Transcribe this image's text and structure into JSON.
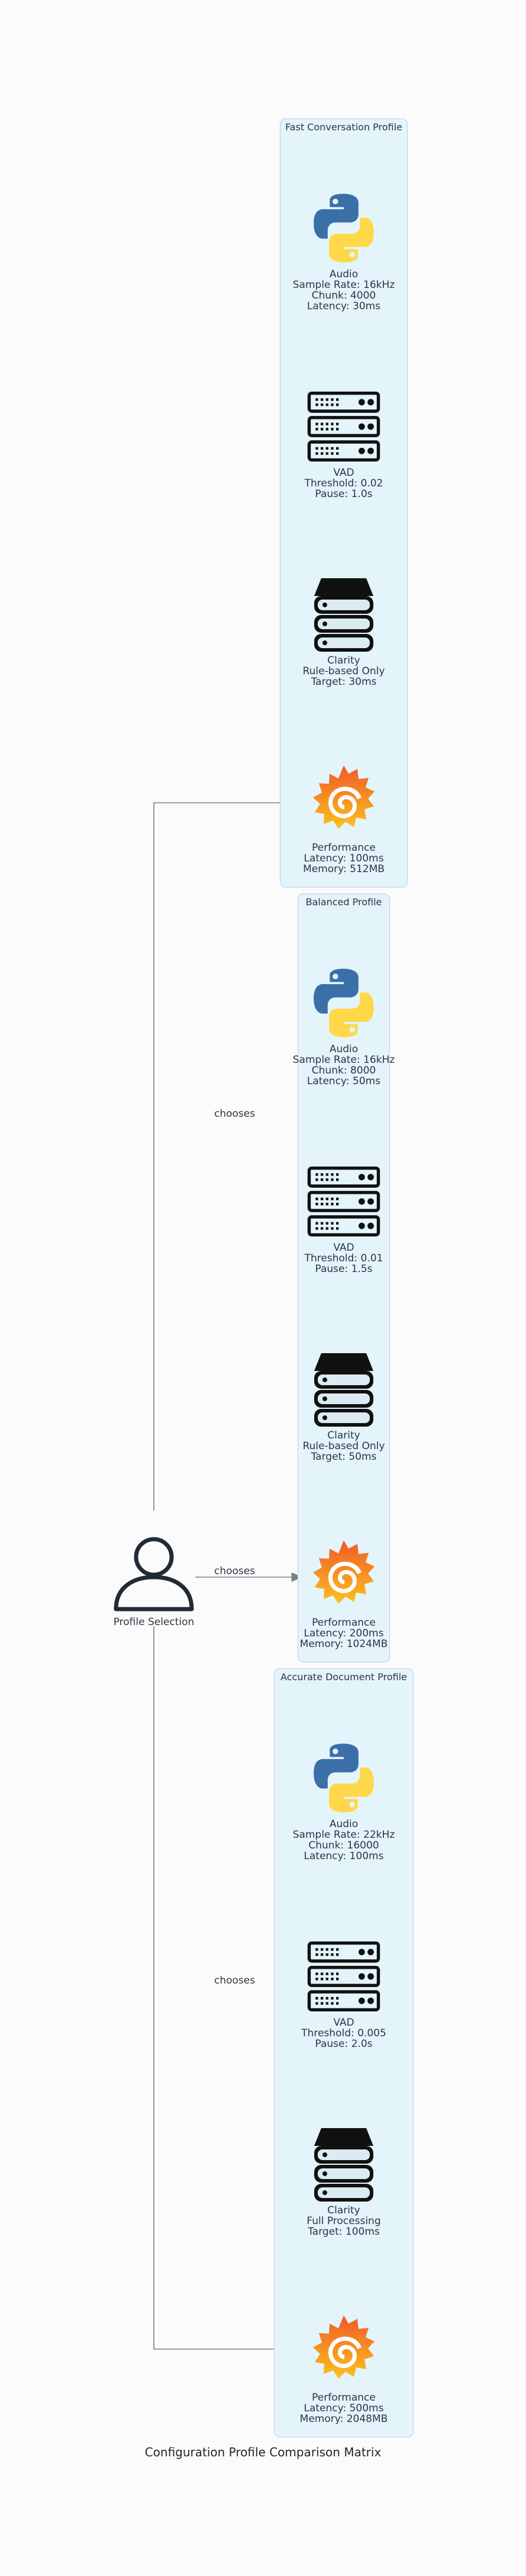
{
  "caption": "Configuration Profile Comparison Matrix",
  "user": {
    "label": "Profile Selection",
    "icon": "user-icon"
  },
  "edge_label": "chooses",
  "clusters": [
    {
      "title": "Fast Conversation Profile",
      "nodes": [
        {
          "icon": "python-icon",
          "lines": [
            "Audio",
            "Sample Rate: 16kHz",
            "Chunk: 4000",
            "Latency: 30ms"
          ]
        },
        {
          "icon": "server-rack-icon",
          "lines": [
            "VAD",
            "Threshold: 0.02",
            "Pause: 1.0s"
          ]
        },
        {
          "icon": "storage-stack-icon",
          "lines": [
            "Clarity",
            "Rule-based Only",
            "Target: 30ms"
          ]
        },
        {
          "icon": "grafana-icon",
          "lines": [
            "Performance",
            "Latency: 100ms",
            "Memory: 512MB"
          ]
        }
      ]
    },
    {
      "title": "Balanced Profile",
      "nodes": [
        {
          "icon": "python-icon",
          "lines": [
            "Audio",
            "Sample Rate: 16kHz",
            "Chunk: 8000",
            "Latency: 50ms"
          ]
        },
        {
          "icon": "server-rack-icon",
          "lines": [
            "VAD",
            "Threshold: 0.01",
            "Pause: 1.5s"
          ]
        },
        {
          "icon": "storage-stack-icon",
          "lines": [
            "Clarity",
            "Rule-based Only",
            "Target: 50ms"
          ]
        },
        {
          "icon": "grafana-icon",
          "lines": [
            "Performance",
            "Latency: 200ms",
            "Memory: 1024MB"
          ]
        }
      ]
    },
    {
      "title": "Accurate Document Profile",
      "nodes": [
        {
          "icon": "python-icon",
          "lines": [
            "Audio",
            "Sample Rate: 22kHz",
            "Chunk: 16000",
            "Latency: 100ms"
          ]
        },
        {
          "icon": "server-rack-icon",
          "lines": [
            "VAD",
            "Threshold: 0.005",
            "Pause: 2.0s"
          ]
        },
        {
          "icon": "storage-stack-icon",
          "lines": [
            "Clarity",
            "Full Processing",
            "Target: 100ms"
          ]
        },
        {
          "icon": "grafana-icon",
          "lines": [
            "Performance",
            "Latency: 500ms",
            "Memory: 2048MB"
          ]
        }
      ]
    }
  ]
}
